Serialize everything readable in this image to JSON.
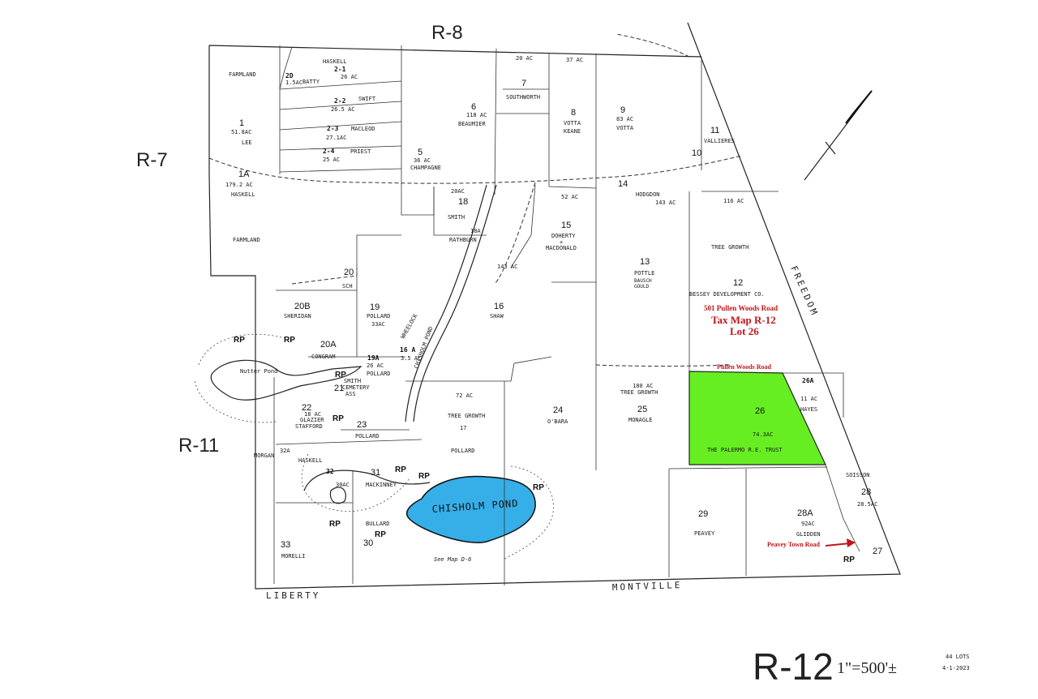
{
  "colors": {
    "highlight_parcel": "#66ee22",
    "pond": "#36aee8",
    "annotation": "#c0151b"
  },
  "grid_labels": {
    "north": "R-8",
    "west": "R-7",
    "southwest": "R-11",
    "sheet": "R-12"
  },
  "scale": "1\"=500'±",
  "footer": {
    "lots": "44 LOTS",
    "date": "4-1-2023"
  },
  "roads": {
    "liberty": "LIBERTY",
    "montville": "MONTVILLE",
    "freedom": "FREEDOM",
    "chisholm_pond_rd": "CHISHOLM POND",
    "wheelock": "WHEELOCK"
  },
  "pond": {
    "chisholm": "CHISHOLM POND",
    "nutter": "Nutter Pond"
  },
  "annotation": {
    "address": "501 Pullen Woods Road",
    "tax_map": "Tax Map R-12",
    "lot": "Lot 26",
    "pullen_road": "Pullen Woods Road",
    "peavey_road": "Peavey Town Road"
  },
  "notes": {
    "see_map": "See Map D-6",
    "farmland_1": "FARMLAND",
    "farmland_2": "FARMLAND"
  },
  "parcels": {
    "p1": {
      "num": "1",
      "acres": "51.8AC",
      "owner": "LEE"
    },
    "p1a": {
      "num": "1A",
      "acres": "179.2 AC",
      "owner": "HASKELL"
    },
    "p2_1": {
      "num": "2-1",
      "acres": "26 AC",
      "owner": "HASKELL"
    },
    "p2d": {
      "num": "2D",
      "acres": "1.5AC",
      "owner": "BATTY"
    },
    "p2_2": {
      "num": "2-2",
      "acres": "26.5 AC",
      "owner": "SWIFT"
    },
    "p2_3": {
      "num": "2-3",
      "acres": "27.1AC",
      "owner": "MACLEOD"
    },
    "p2_4": {
      "num": "2-4",
      "acres": "25 AC",
      "owner": "PRIEST"
    },
    "p5": {
      "num": "5",
      "acres": "36 AC",
      "owner": "CHAMPAGNE"
    },
    "p6": {
      "num": "6",
      "acres": "118 AC",
      "owner": "BEAUMIER"
    },
    "p7": {
      "num": "7",
      "acres": "20 AC",
      "owner": "SOUTHWORTH"
    },
    "p8": {
      "num": "8",
      "acres": "37 AC",
      "owner": "VOTTA\nKEANE"
    },
    "p9": {
      "num": "9",
      "acres": "83 AC",
      "owner": "VOTTA"
    },
    "p10": {
      "num": "10"
    },
    "p11": {
      "num": "11",
      "owner": "VALLIERES"
    },
    "p14": {
      "num": "14",
      "owner": "HODGDON",
      "acres": "143 AC"
    },
    "p18": {
      "num": "18",
      "acres": "20AC",
      "owner": "SMITH"
    },
    "p18a": {
      "num": "18A",
      "owner": "RATHBURN"
    },
    "p15": {
      "num": "15",
      "acres": "52 AC",
      "owner": "DOHERTY\n+\nMACDONALD"
    },
    "p13": {
      "num": "13",
      "owner": "POTTLE",
      "sub": "BAUSCH\nGOULD"
    },
    "p12": {
      "num": "12",
      "acres": "116 AC",
      "tg": "TREE GROWTH",
      "owner": "BESSEY DEVELOPMENT CO."
    },
    "p16": {
      "num": "16",
      "acres": "143 AC",
      "owner": "SHAW"
    },
    "p16a": {
      "num": "16 A",
      "acres": "3.5 AC"
    },
    "p19": {
      "num": "19",
      "owner": "POLLARD",
      "acres": "33AC"
    },
    "p19a": {
      "num": "19A",
      "acres": "26 AC",
      "owner": "POLLARD"
    },
    "p20": {
      "num": "20",
      "owner": "SCH"
    },
    "p20a": {
      "num": "20A",
      "owner": "CONGRAM"
    },
    "p20b": {
      "num": "20B",
      "owner": "SHERIDAN"
    },
    "p21": {
      "num": "21",
      "owner": "SMITH\nCEMETERY\nASS"
    },
    "p22": {
      "num": "22",
      "acres": "18 AC",
      "owner": "GLAZIER\nSTAFFORD"
    },
    "p23": {
      "num": "23",
      "owner": "POLLARD"
    },
    "p17": {
      "num": "17",
      "acres": "72 AC",
      "tg": "TREE GROWTH",
      "owner": "POLLARD"
    },
    "p24": {
      "num": "24",
      "owner": "O'BARA"
    },
    "p25": {
      "num": "25",
      "acres": "180 AC",
      "tg": "TREE GROWTH",
      "owner": "MONAGLE"
    },
    "p26": {
      "num": "26",
      "acres": "74.3AC",
      "owner": "THE PALERMO R.E. TRUST"
    },
    "p26a": {
      "num": "26A",
      "acres": "11 AC",
      "owner": "HAYES"
    },
    "p27": {
      "num": "27"
    },
    "p28": {
      "num": "28",
      "acres": "28.5AC",
      "owner": "SOISSON"
    },
    "p28a": {
      "num": "28A",
      "acres": "92AC",
      "owner": "GLIDDEN"
    },
    "p29": {
      "num": "29",
      "owner": "PEAVEY"
    },
    "p30": {
      "num": "30",
      "owner": "BULLARD"
    },
    "p31": {
      "num": "31",
      "owner": "MACKINNEY"
    },
    "p32": {
      "num": "32",
      "acres": "30AC"
    },
    "p32a": {
      "num": "32A",
      "owner": "MORGAN"
    },
    "p33": {
      "num": "33",
      "owner": "MORELLI"
    },
    "haskell_south": {
      "owner": "HASKELL"
    }
  },
  "rp_label": "RP"
}
